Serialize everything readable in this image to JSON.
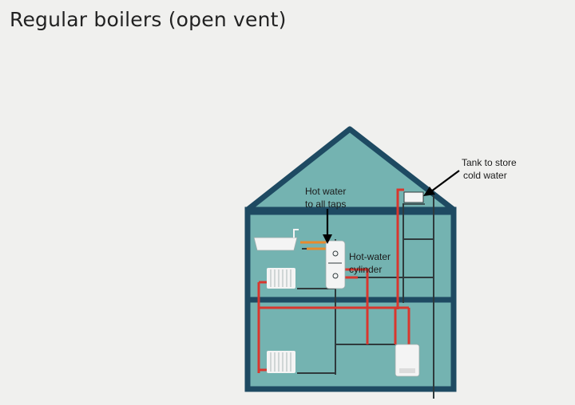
{
  "title": "Regular boilers (open vent)",
  "labels": {
    "tank": [
      "Tank to store",
      "cold water"
    ],
    "hot_water": [
      "Hot water",
      "to all taps"
    ],
    "cylinder": [
      "Hot-water",
      "cylinder"
    ]
  },
  "colors": {
    "house_fill": "#74b3b1",
    "house_outline": "#1e4a62",
    "hot_pipe": "#d8372e",
    "cold_pipe": "#2f3a3c",
    "orange_pipe": "#e98a2c",
    "fixture": "#f4f4f4",
    "background": "#f0f0ee"
  }
}
